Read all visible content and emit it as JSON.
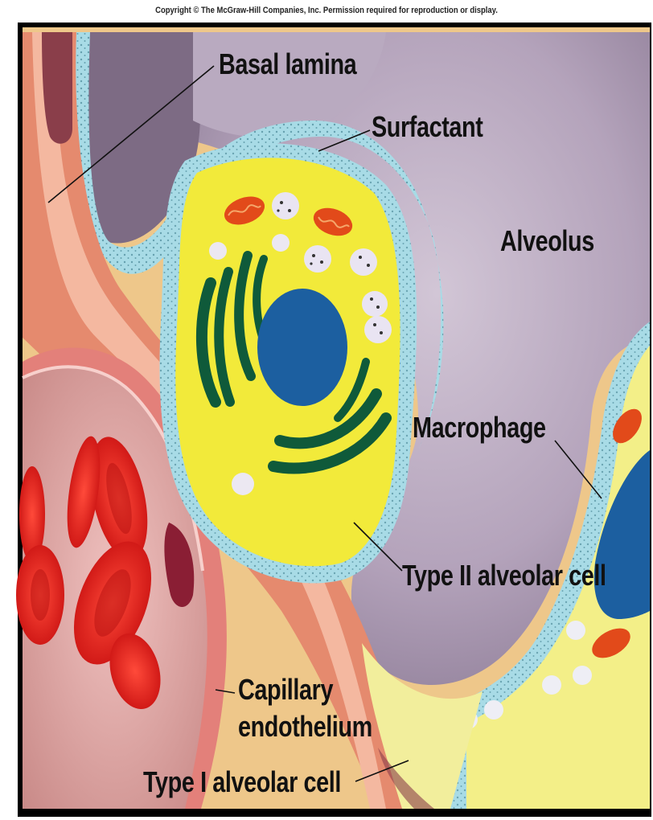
{
  "copyright": "Copyright © The McGraw-Hill Companies, Inc. Permission required for reproduction or display.",
  "labels": {
    "basal_lamina": "Basal lamina",
    "surfactant": "Surfactant",
    "alveolus": "Alveolus",
    "macrophage": "Macrophage",
    "type2": "Type II alveolar cell",
    "capillary_line1": "Capillary",
    "capillary_line2": "endothelium",
    "type1": "Type I alveolar cell"
  },
  "colors": {
    "alveolus": "#b9a9c0",
    "surfactant": "#a8dbe6",
    "cytoplasm": "#f2ea3a",
    "nucleus": "#1c5fa0",
    "er": "#0f5a3a",
    "mitochondria": "#e24a1a",
    "rbc": "#d71d1d",
    "interstitium": "#e8a25a",
    "frame": "#000000"
  }
}
